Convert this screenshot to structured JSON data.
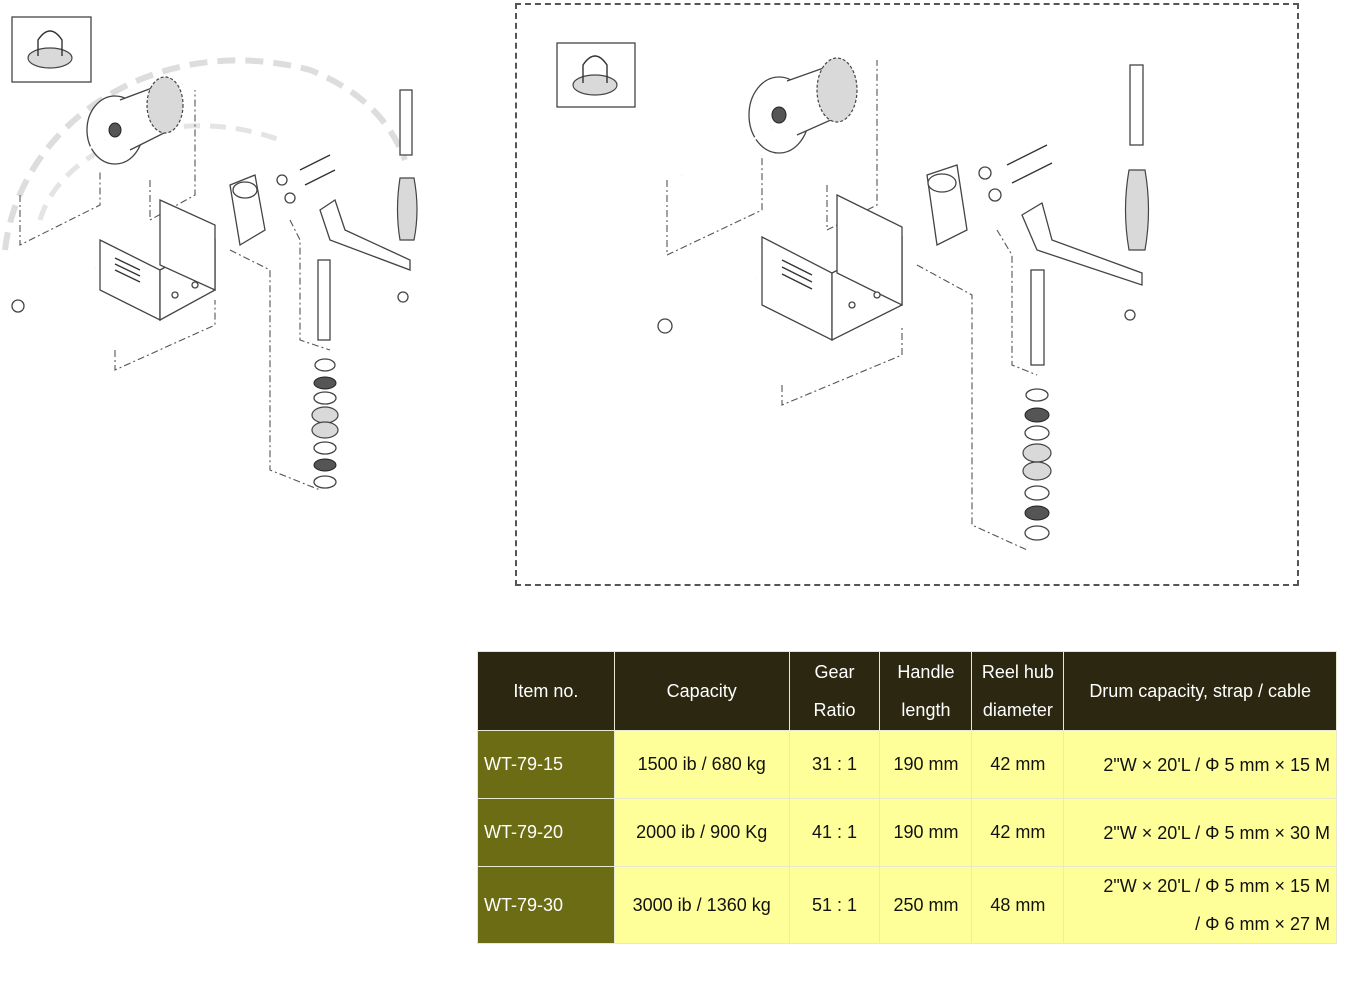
{
  "table": {
    "headers": [
      {
        "line1": "Item no.",
        "line2": ""
      },
      {
        "line1": "Capacity",
        "line2": ""
      },
      {
        "line1": "Gear",
        "line2": "Ratio"
      },
      {
        "line1": "Handle",
        "line2": "length"
      },
      {
        "line1": "Reel hub",
        "line2": "diameter"
      },
      {
        "line1": "Drum capacity, strap / cable",
        "line2": ""
      }
    ],
    "rows": [
      {
        "item": "WT-79-15",
        "capacity": "1500 ib / 680 kg",
        "gear": "31 : 1",
        "handle": "190 mm",
        "hub": "42 mm",
        "drum1": "2\"W × 20'L / Φ 5 mm × 15 M",
        "drum2": ""
      },
      {
        "item": "WT-79-20",
        "capacity": "2000 ib / 900 Kg",
        "gear": "41 : 1",
        "handle": "190 mm",
        "hub": "42 mm",
        "drum1": "2\"W × 20'L / Φ 5 mm × 30 M",
        "drum2": ""
      },
      {
        "item": "WT-79-30",
        "capacity": "3000 ib / 1360 kg",
        "gear": "51 : 1",
        "handle": "250 mm",
        "hub": "48 mm",
        "drum1": "2\"W × 20'L / Φ 5 mm × 15 M",
        "drum2": "/ Φ 6 mm × 27 M"
      }
    ]
  }
}
